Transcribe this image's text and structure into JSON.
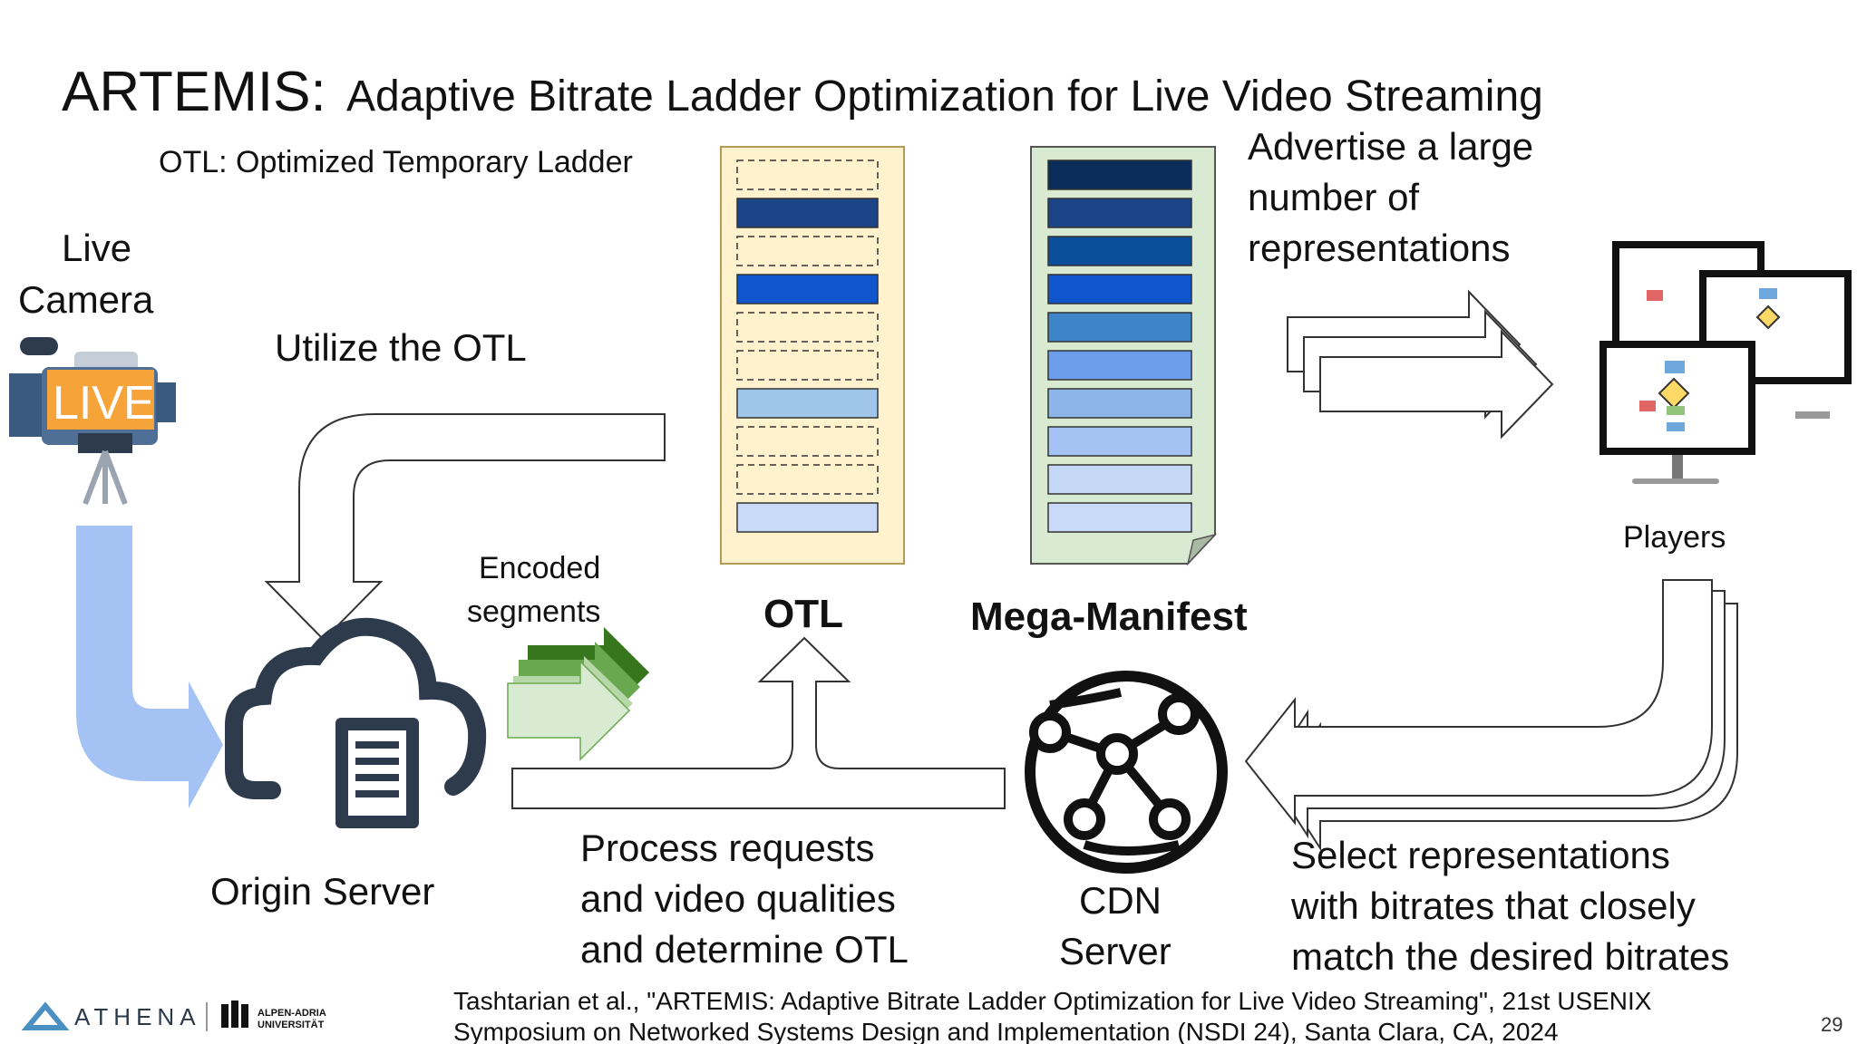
{
  "title": {
    "main": "ARTEMIS:",
    "sub": "Adaptive Bitrate Ladder Optimization for Live Video Streaming"
  },
  "otl_definition": "OTL: Optimized Temporary Ladder",
  "live_camera": {
    "line1": "Live",
    "line2": "Camera",
    "badge": "LIVE"
  },
  "utilize_otl": "Utilize the OTL",
  "encoded_segments": {
    "line1": "Encoded",
    "line2": "segments"
  },
  "otl_label": "OTL",
  "mega_manifest_label": "Mega-Manifest",
  "advertise": {
    "line1": "Advertise a large",
    "line2": "number of",
    "line3": "representations"
  },
  "players_label": "Players",
  "origin_server_label": "Origin Server",
  "process": {
    "line1": "Process requests",
    "line2": "and video qualities",
    "line3": "and determine OTL"
  },
  "cdn": {
    "line1": "CDN",
    "line2": "Server"
  },
  "select": {
    "line1": "Select representations",
    "line2": "with bitrates that closely",
    "line3": "match the desired bitrates"
  },
  "reference": {
    "line1": "Tashtarian et al., \"ARTEMIS: Adaptive Bitrate Ladder Optimization for Live Video Streaming\", 21st USENIX",
    "line2": "Symposium on Networked Systems Design and Implementation (NSDI 24), Santa Clara, CA, 2024"
  },
  "logos": {
    "athena": "ATHENA",
    "aau_line1": "ALPEN-ADRIA",
    "aau_line2": "UNIVERSITÄT"
  },
  "page_number": "29",
  "colors": {
    "otl_bg": "#fff2cc",
    "manifest_bg": "#d9ead3",
    "arrow_blue": "#a4c2f4",
    "segment_green": "#6aa84f"
  },
  "otl_ladder": [
    {
      "state": "empty"
    },
    {
      "state": "filled",
      "color": "#1c4587"
    },
    {
      "state": "empty"
    },
    {
      "state": "filled",
      "color": "#1155cc"
    },
    {
      "state": "empty"
    },
    {
      "state": "empty"
    },
    {
      "state": "filled",
      "color": "#9fc5e8"
    },
    {
      "state": "empty"
    },
    {
      "state": "empty"
    },
    {
      "state": "filled",
      "color": "#c9daf8"
    }
  ],
  "manifest_ladder": [
    "#0b2d5b",
    "#1c4587",
    "#0b4f9a",
    "#1155cc",
    "#3d85c6",
    "#6d9eeb",
    "#8eb5e8",
    "#a4c2f4",
    "#c4d8f5",
    "#c9daf8"
  ]
}
